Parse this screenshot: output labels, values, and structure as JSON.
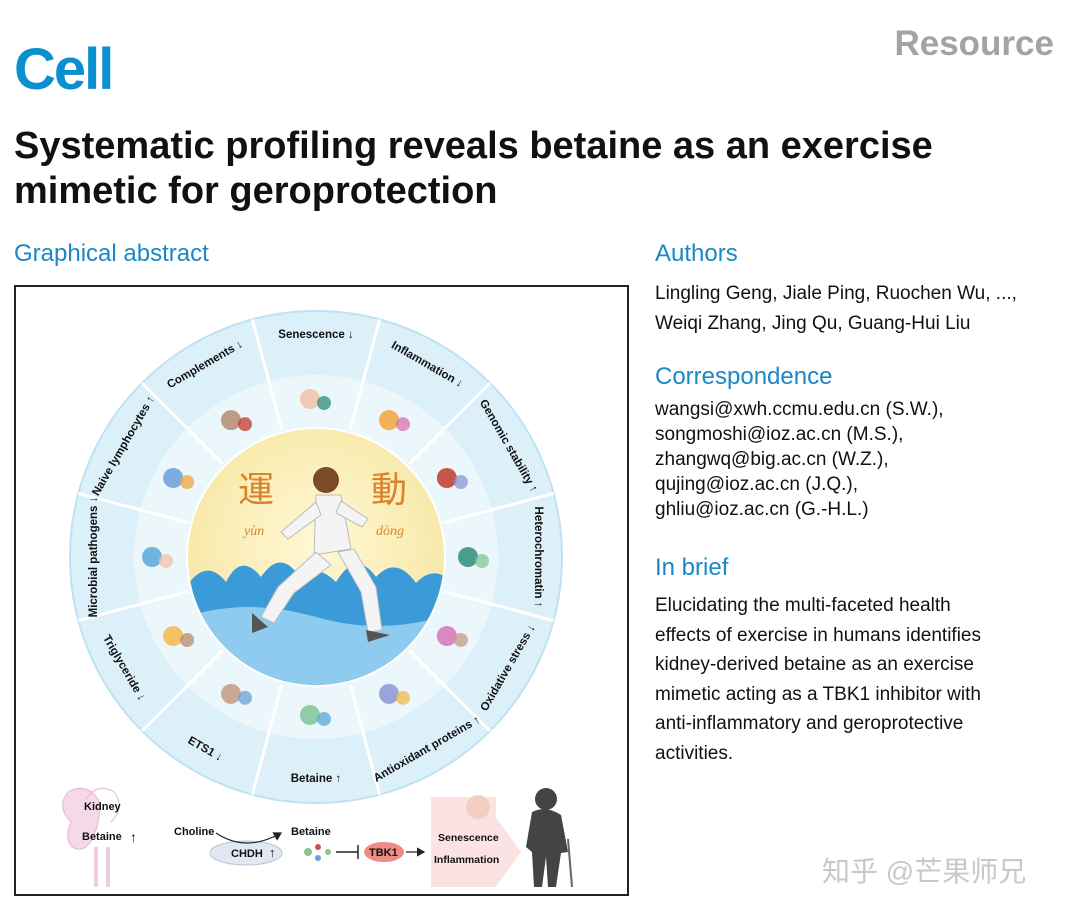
{
  "header": {
    "journal_logo": "Cell",
    "article_type": "Resource",
    "title": "Systematic profiling reveals betaine as an exercise mimetic for geroprotection"
  },
  "graphical_abstract": {
    "heading": "Graphical abstract",
    "center_chars": [
      "運",
      "動"
    ],
    "center_pinyin": [
      "yùn",
      "dòng"
    ],
    "segments": [
      {
        "label": "Senescence ↓",
        "icon": "senescent-cell-icon"
      },
      {
        "label": "Inflammation ↓",
        "icon": "inflammation-flame-icon"
      },
      {
        "label": "Genomic stability ↑",
        "icon": "dna-helix-icon"
      },
      {
        "label": "Heterochromatin ↑",
        "icon": "nucleosome-icon"
      },
      {
        "label": "Oxidative stress ↓",
        "icon": "ros-cell-icon"
      },
      {
        "label": "Antioxidant proteins ↑",
        "icon": "protein-icon"
      },
      {
        "label": "Betaine ↑",
        "icon": "molecule-icon"
      },
      {
        "label": "ETS1 ↓",
        "icon": "transcription-factor-icon"
      },
      {
        "label": "Triglyceride ↓",
        "icon": "lipid-icon"
      },
      {
        "label": "Microbial pathogens ↓",
        "icon": "bacteria-icon"
      },
      {
        "label": "Naive lymphocytes ↑",
        "icon": "lymphocyte-icon"
      },
      {
        "label": "Complements ↓",
        "icon": "complement-icon"
      }
    ],
    "pathway": {
      "kidney": "Kidney",
      "betaine_kidney": "Betaine",
      "choline": "Choline",
      "chdh": "CHDH",
      "betaine": "Betaine",
      "tbk1": "TBK1",
      "senescence": "Senescence",
      "inflammation": "Inflammation"
    }
  },
  "authors": {
    "heading": "Authors",
    "lines": [
      "Lingling Geng, Jiale Ping, Ruochen Wu, ...,",
      "Weiqi Zhang, Jing Qu, Guang-Hui Liu"
    ]
  },
  "correspondence": {
    "heading": "Correspondence",
    "emails": [
      "wangsi@xwh.ccmu.edu.cn (S.W.),",
      "songmoshi@ioz.ac.cn (M.S.),",
      "zhangwq@big.ac.cn (W.Z.),",
      "qujing@ioz.ac.cn (J.Q.),",
      "ghliu@ioz.ac.cn (G.-H.L.)"
    ]
  },
  "in_brief": {
    "heading": "In brief",
    "lines": [
      "Elucidating the multi-faceted health",
      "effects of exercise in humans identifies",
      "kidney-derived betaine as an exercise",
      "mimetic acting as a TBK1 inhibitor with",
      "anti-inflammatory and geroprotective",
      "activities."
    ]
  },
  "watermark": "知乎 @芒果师兄",
  "colors": {
    "cell_blue": "#0a8fd0",
    "heading_blue": "#1a87c6",
    "resource_gray": "#a3a3a3",
    "ring_blue": "#d3ecf8",
    "center_yellow": "#fbf1c4",
    "grass_blue": "#3a9bd8"
  }
}
